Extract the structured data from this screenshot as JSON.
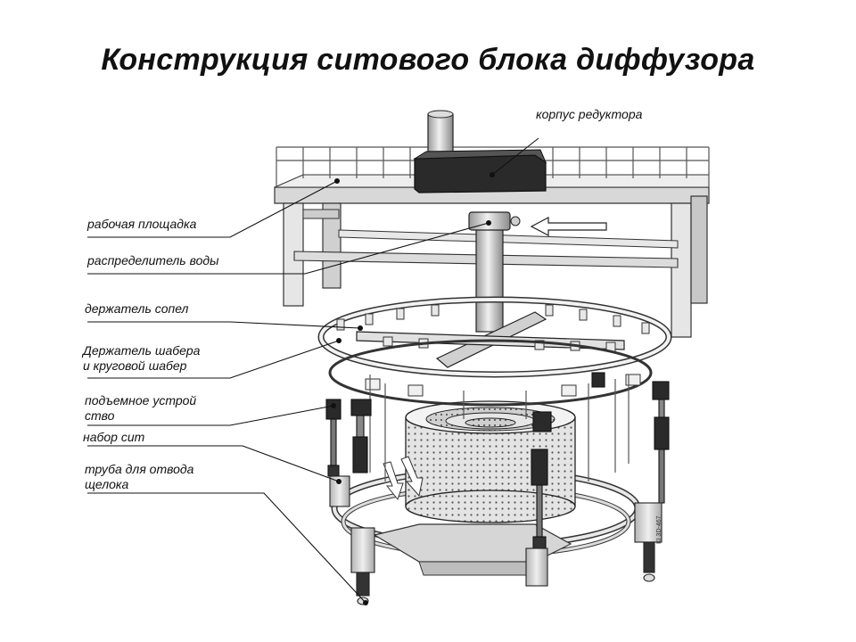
{
  "title": "Конструкция ситового блока диффузора",
  "labels": {
    "gearbox_housing": "корпус редуктора",
    "work_platform": "рабочая площадка",
    "water_distributor": "распределитель воды",
    "nozzle_holder": "держатель сопел",
    "scraper_holder_1": "Держатель шабера",
    "scraper_holder_2": "и круговой шабер",
    "lifting_device_1": "подъемное устрой",
    "lifting_device_2": "ство",
    "screen_set": "набор сит",
    "liquor_pipe_1": "труба для отвода",
    "liquor_pipe_2": "щелока"
  },
  "stamp": "KI 3D-467"
}
